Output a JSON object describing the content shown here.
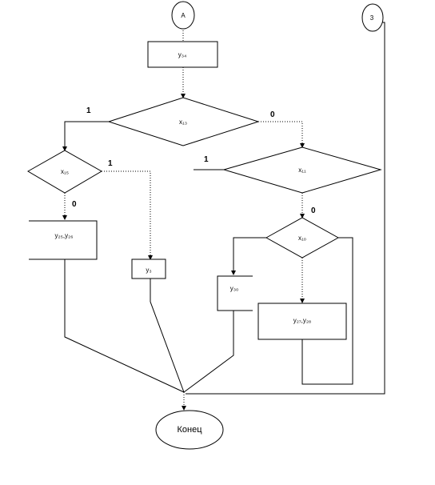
{
  "connectors": {
    "a": "A",
    "three": "3"
  },
  "nodes": {
    "y34": "y₃₄",
    "x13": "x₁₃",
    "x15": "x₁₅",
    "x11": "x₁₁",
    "y25y26": "y₂₅,y₂₆",
    "y3": "y₃",
    "x10": "x₁₀",
    "y30": "y₃₀",
    "y27y28": "y₂₇,y₂₈",
    "end": "Конец"
  },
  "branch_labels": {
    "x13_yes": "1",
    "x13_no": "0",
    "x15_yes": "1",
    "x15_no": "0",
    "x11_yes": "1",
    "x11_no": "0"
  }
}
